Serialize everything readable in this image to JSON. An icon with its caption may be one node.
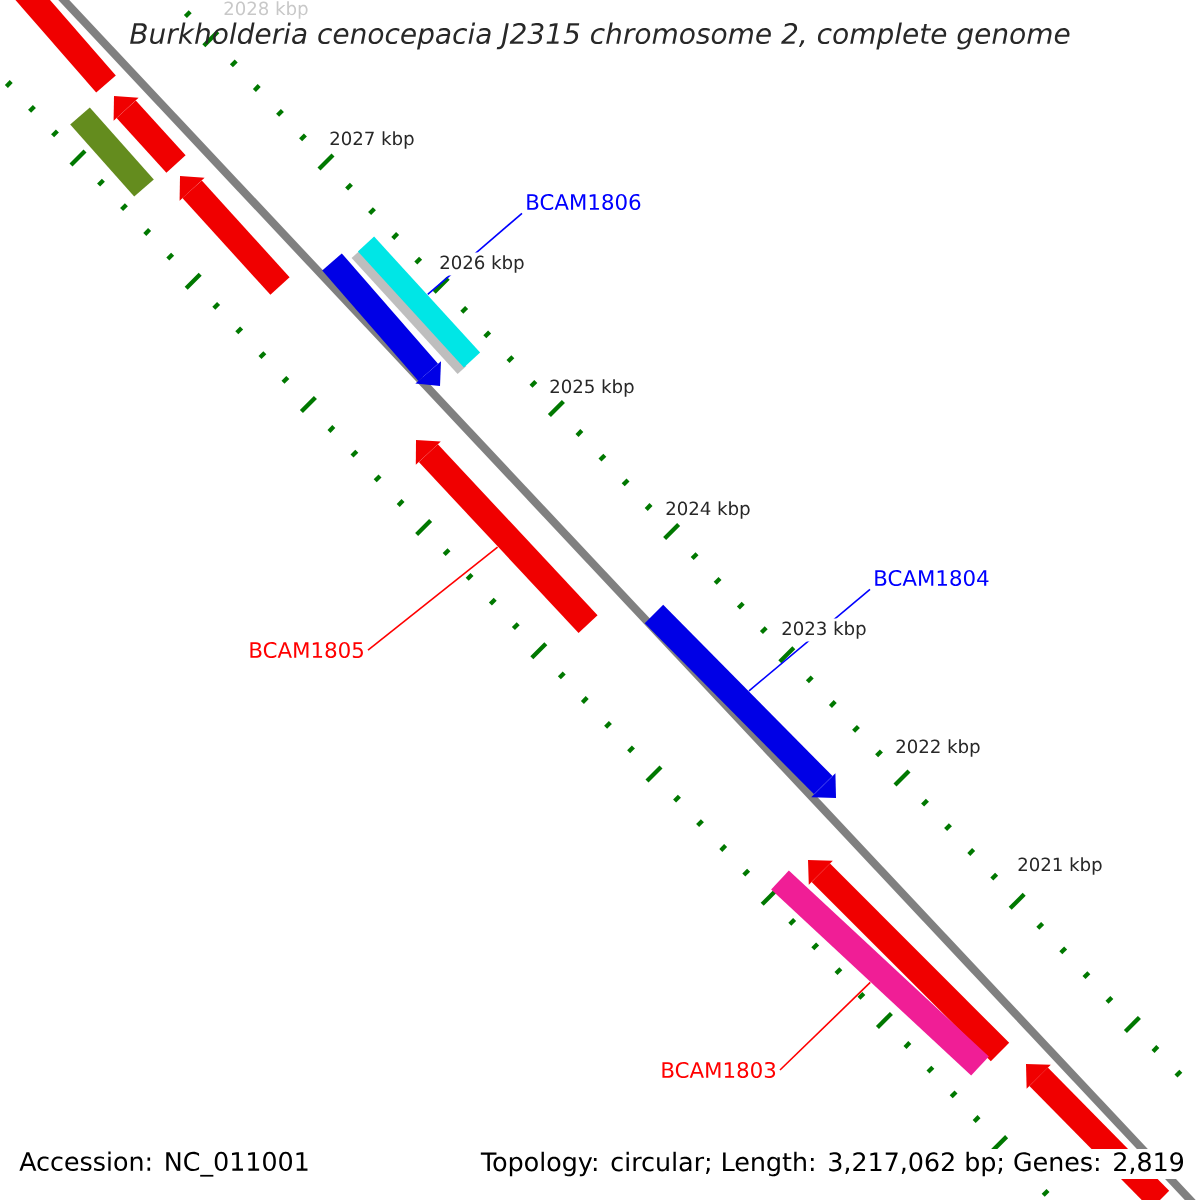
{
  "diagram": {
    "title": "Burkholderia cenocepacia J2315 chromosome 2, complete genome",
    "nodes": [
      {
        "text": [
          "BCAM1806"
        ]
      },
      {
        "text": [],
        "shape": "bar"
      },
      {
        "text": [
          "BCAM1804"
        ]
      },
      {
        "text": [],
        "shape": "bar"
      },
      {
        "text": [
          "BCAM1805"
        ]
      },
      {
        "text": [],
        "shape": "bar"
      },
      {
        "text": [
          "BCAM1803"
        ]
      },
      {
        "text": [],
        "shape": "bar"
      }
    ],
    "edges": [
      {
        "from": 0,
        "to": 1,
        "arrow": "none",
        "color": "#0000ff"
      },
      {
        "from": 2,
        "to": 3,
        "arrow": "none",
        "color": "#0000ff"
      },
      {
        "from": 4,
        "to": 5,
        "arrow": "none",
        "color": "#ff0000"
      },
      {
        "from": 6,
        "to": 7,
        "arrow": "none",
        "color": "#ff0000"
      }
    ],
    "labels": [
      "2028 kbp",
      "2027 kbp",
      "2026 kbp",
      "2025 kbp",
      "2024 kbp",
      "2023 kbp",
      "2022 kbp",
      "2021 kbp",
      "Accession: NC_011001",
      "Topology: circular; Length: 3,217,062 bp; Genes: 2,819"
    ]
  }
}
